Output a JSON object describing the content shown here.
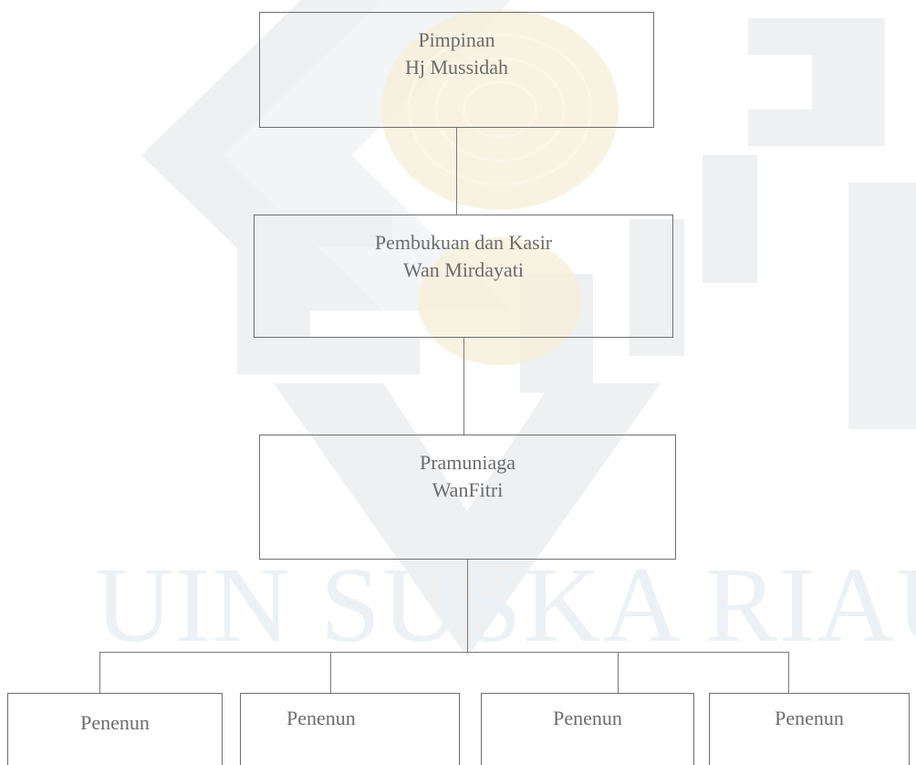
{
  "watermark": {
    "text": "UIN SUSKA RIAU"
  },
  "org_chart": {
    "top": {
      "role": "Pimpinan",
      "name": "Hj Mussidah"
    },
    "second": {
      "role": "Pembukuan dan Kasir",
      "name": "Wan Mirdayati"
    },
    "third": {
      "role": "Pramuniaga",
      "name": "WanFitri"
    },
    "bottom": [
      {
        "role": "Penenun"
      },
      {
        "role": "Penenun"
      },
      {
        "role": "Penenun"
      },
      {
        "role": "Penenun"
      }
    ]
  },
  "colors": {
    "box_border": "#6f6f6f",
    "text": "#6c6c6c",
    "watermark_text": "#ecf1f6",
    "watermark_shapes": "#eef0f2",
    "watermark_gold": "#f6efd9"
  }
}
